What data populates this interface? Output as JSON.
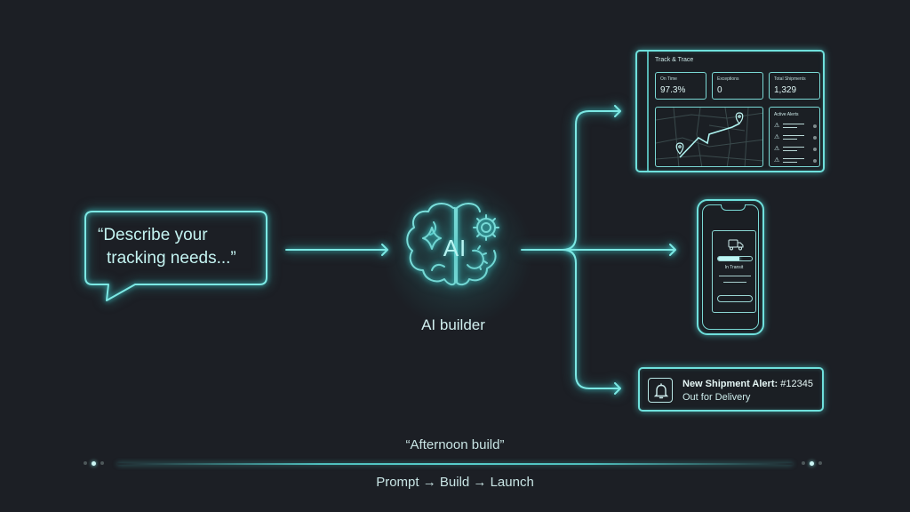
{
  "prompt_bubble": {
    "line1": "“Describe your",
    "line2": "tracking needs...”"
  },
  "ai_builder": {
    "icon_text": "AI",
    "caption": "AI builder",
    "icons": [
      "brain-icon",
      "sparkle-icon",
      "gear-icon"
    ]
  },
  "outputs": {
    "dashboard": {
      "title": "Track & Trace",
      "kpis": [
        {
          "label": "On Time",
          "value": "97.3%"
        },
        {
          "label": "Exceptions",
          "value": "0"
        },
        {
          "label": "Total Shipments",
          "value": "1,329"
        }
      ],
      "alerts_title": "Active Alerts",
      "alert_count": 4
    },
    "mobile": {
      "status": "In Transit",
      "progress_pct": 62
    },
    "notification": {
      "title_bold": "New Shipment Alert:",
      "title_id": "#12345",
      "subtitle": "Out for Delivery"
    }
  },
  "footer": {
    "caption": "“Afternoon build”",
    "flow": "Prompt → Build → Launch"
  },
  "colors": {
    "background": "#1c1f25",
    "neon": "#6fe0dc",
    "text": "#c8e4e4"
  }
}
